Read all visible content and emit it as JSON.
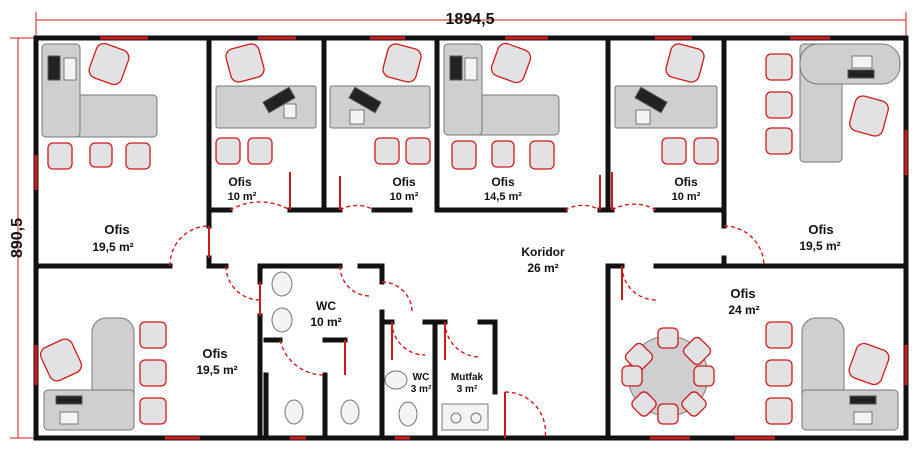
{
  "dimensions": {
    "width": "1894,5",
    "height": "890,5"
  },
  "rooms": {
    "office_top_left": {
      "name": "Ofis",
      "area": "19,5 m²"
    },
    "office_top_2": {
      "name": "Ofis",
      "area": "10 m²"
    },
    "office_top_3": {
      "name": "Ofis",
      "area": "10 m²"
    },
    "office_top_4": {
      "name": "Ofis",
      "area": "14,5 m²"
    },
    "office_top_5": {
      "name": "Ofis",
      "area": "10 m²"
    },
    "office_top_right": {
      "name": "Ofis",
      "area": "19,5 m²"
    },
    "corridor": {
      "name": "Koridor",
      "area": "26 m²"
    },
    "office_bottom_left": {
      "name": "Ofis",
      "area": "19,5 m²"
    },
    "wc_large": {
      "name": "WC",
      "area": "10 m²"
    },
    "wc_small": {
      "name": "WC",
      "area": "3 m²"
    },
    "kitchen": {
      "name": "Mutfak",
      "area": "3 m²"
    },
    "office_bottom_right": {
      "name": "Ofis",
      "area": "24 m²"
    }
  }
}
